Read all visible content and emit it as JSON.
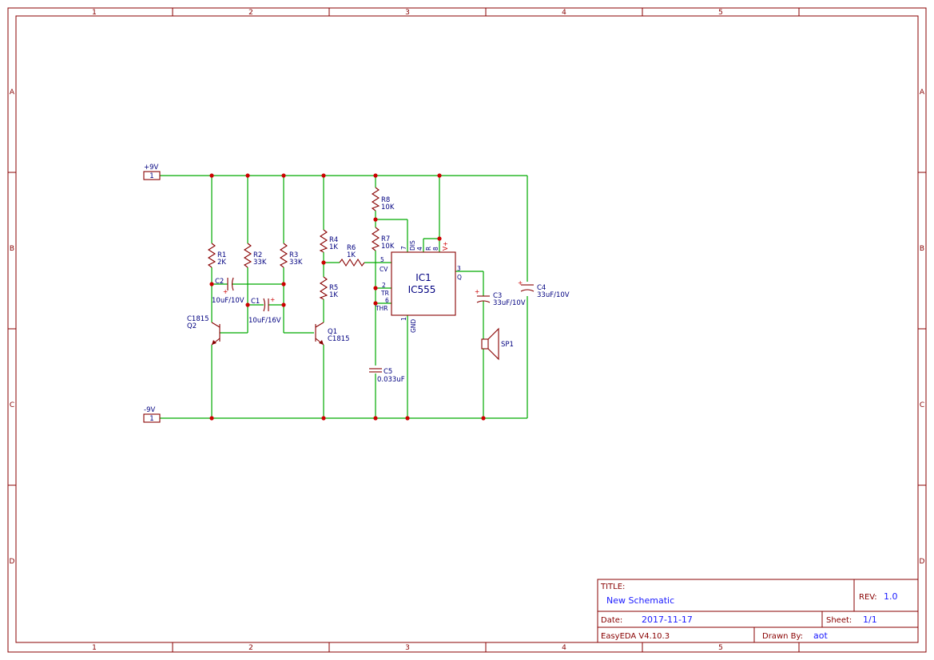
{
  "frame": {
    "columns": [
      "1",
      "2",
      "3",
      "4",
      "5"
    ],
    "rows": [
      "A",
      "B",
      "C",
      "D"
    ]
  },
  "ports": {
    "pos": "+9V",
    "neg": "-9V",
    "pin": "1"
  },
  "components": {
    "R1": {
      "name": "R1",
      "value": "2K"
    },
    "R2": {
      "name": "R2",
      "value": "33K"
    },
    "R3": {
      "name": "R3",
      "value": "33K"
    },
    "R4": {
      "name": "R4",
      "value": "1K"
    },
    "R5": {
      "name": "R5",
      "value": "1K"
    },
    "R6": {
      "name": "R6",
      "value": "1K"
    },
    "R7": {
      "name": "R7",
      "value": "10K"
    },
    "R8": {
      "name": "R8",
      "value": "10K"
    },
    "C1": {
      "name": "C1",
      "value": "10uF/16V"
    },
    "C2": {
      "name": "C2",
      "value": "10uF/10V"
    },
    "C3": {
      "name": "C3",
      "value": "33uF/10V"
    },
    "C4": {
      "name": "C4",
      "value": "33uF/10V"
    },
    "C5": {
      "name": "C5",
      "value": "0.033uF"
    },
    "Q1": {
      "name": "Q1",
      "value": "C1815"
    },
    "Q2": {
      "name": "Q2",
      "value": "C1815"
    },
    "SP1": {
      "name": "SP1"
    },
    "IC1": {
      "name": "IC1",
      "value": "IC555",
      "pins": {
        "p7": "7",
        "dis": "DIS",
        "p4": "4",
        "r": "R",
        "p8": "8",
        "vplus": "V+",
        "p5": "5",
        "cv": "CV",
        "p3": "3",
        "q": "Q",
        "p2": "2",
        "tr": "TR",
        "p6": "6",
        "thr": "THR",
        "p1": "1",
        "gnd": "GND"
      }
    }
  },
  "title_block": {
    "title_label": "TITLE:",
    "title_value": "New Schematic",
    "rev_label": "REV:",
    "rev_value": "1.0",
    "date_label": "Date:",
    "date_value": "2017-11-17",
    "sheet_label": "Sheet:",
    "sheet_value": "1/1",
    "software": "EasyEDA V4.10.3",
    "drawn_label": "Drawn By:",
    "drawn_value": "aot"
  }
}
